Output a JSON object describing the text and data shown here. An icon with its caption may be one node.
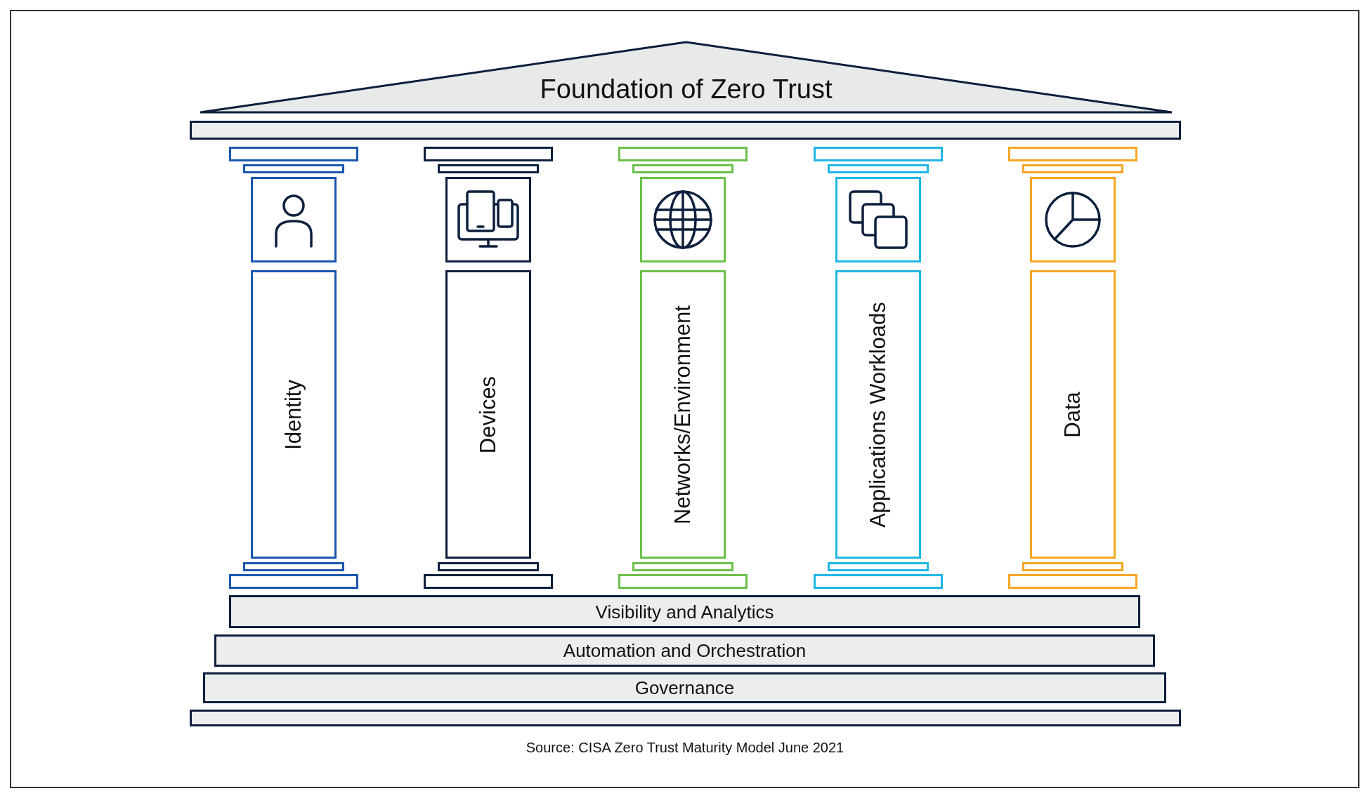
{
  "diagram": {
    "caption": "Source: CISA Zero Trust Maturity Model June 2021",
    "nodes": [
      {
        "text": [
          "Foundation of Zero Trust"
        ]
      },
      {
        "text": [],
        "shape": "bar"
      },
      {
        "text": [
          "Identity"
        ]
      },
      {
        "text": [
          "Devices"
        ]
      },
      {
        "text": [
          "Networks/Environment"
        ]
      },
      {
        "text": [
          "Applications Workloads"
        ]
      },
      {
        "text": [
          "Data"
        ]
      },
      {
        "text": [
          "Visibility and Analytics"
        ]
      },
      {
        "text": [
          "Automation and Orchestration"
        ]
      },
      {
        "text": [
          "Governance"
        ]
      },
      {
        "text": [],
        "shape": "bar"
      }
    ]
  }
}
